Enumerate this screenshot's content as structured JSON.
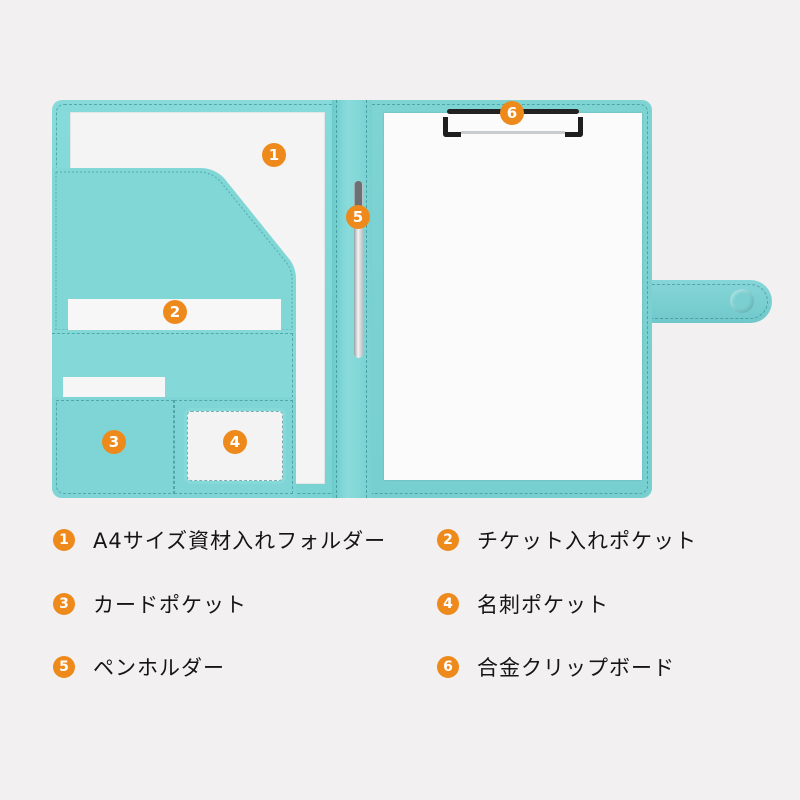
{
  "product": {
    "description": "Open teal leather A4 padfolio with clipboard",
    "colors": {
      "leather": "#7fd6d6",
      "badge": "#ee8a1c",
      "background": "#f3f0f1",
      "paper": "#f8f8f8"
    }
  },
  "callouts": [
    {
      "number": "1",
      "label": "A4サイズ資材入れフォルダー"
    },
    {
      "number": "2",
      "label": "チケット入れポケット"
    },
    {
      "number": "3",
      "label": "カードポケット"
    },
    {
      "number": "4",
      "label": "名刺ポケット"
    },
    {
      "number": "5",
      "label": "ペンホルダー"
    },
    {
      "number": "6",
      "label": "合金クリップボード"
    }
  ]
}
